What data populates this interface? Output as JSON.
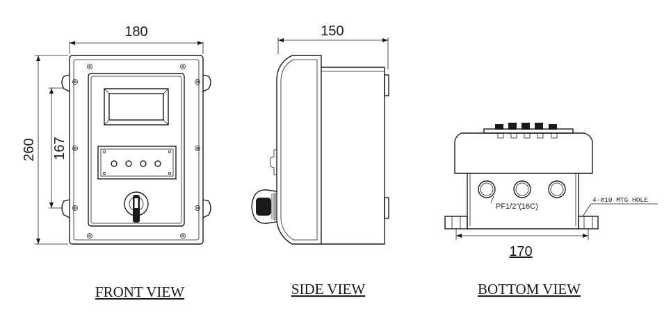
{
  "front_view": {
    "label": "FRONT VIEW",
    "dim_width": "180",
    "dim_height_total": "260",
    "dim_height_mount": "167"
  },
  "side_view": {
    "label": "SIDE VIEW",
    "dim_depth": "150"
  },
  "bottom_view": {
    "label": "BOTTOM VIEW",
    "dim_mount_span": "170",
    "conduit_note": "PF1/2\"(16C)",
    "hole_note": "4-⌀10 MTG HOLE"
  }
}
